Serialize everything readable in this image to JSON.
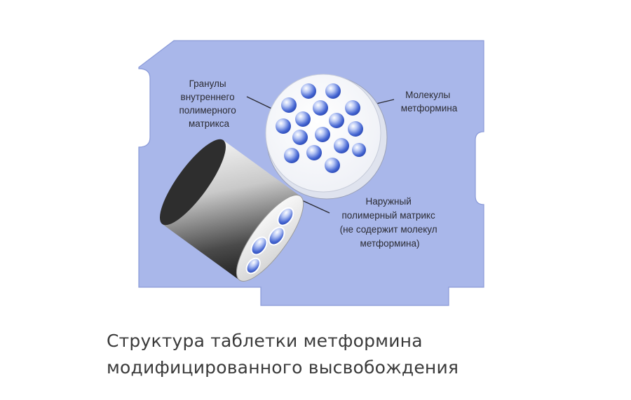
{
  "diagram": {
    "labels": {
      "granules": [
        "Гранулы",
        "внутреннего",
        "полимерного",
        "матрикса"
      ],
      "molecules": [
        "Молекулы",
        "метформина"
      ],
      "outer_matrix": [
        "Наружный",
        "полимерный матрикс",
        "(не содержит молекул",
        "метформина)"
      ]
    },
    "colors": {
      "background_panel": "#a9b7ea",
      "panel_border": "#8a9ad8",
      "cylinder_dark": "#3a3a3a",
      "cylinder_light": "#d8d8d8",
      "disc_face": "#ffffff",
      "molecule": "#4e6fd6"
    }
  },
  "caption": {
    "line1": "Структура таблетки метформина",
    "line2": "модифицированного высвобождения"
  }
}
